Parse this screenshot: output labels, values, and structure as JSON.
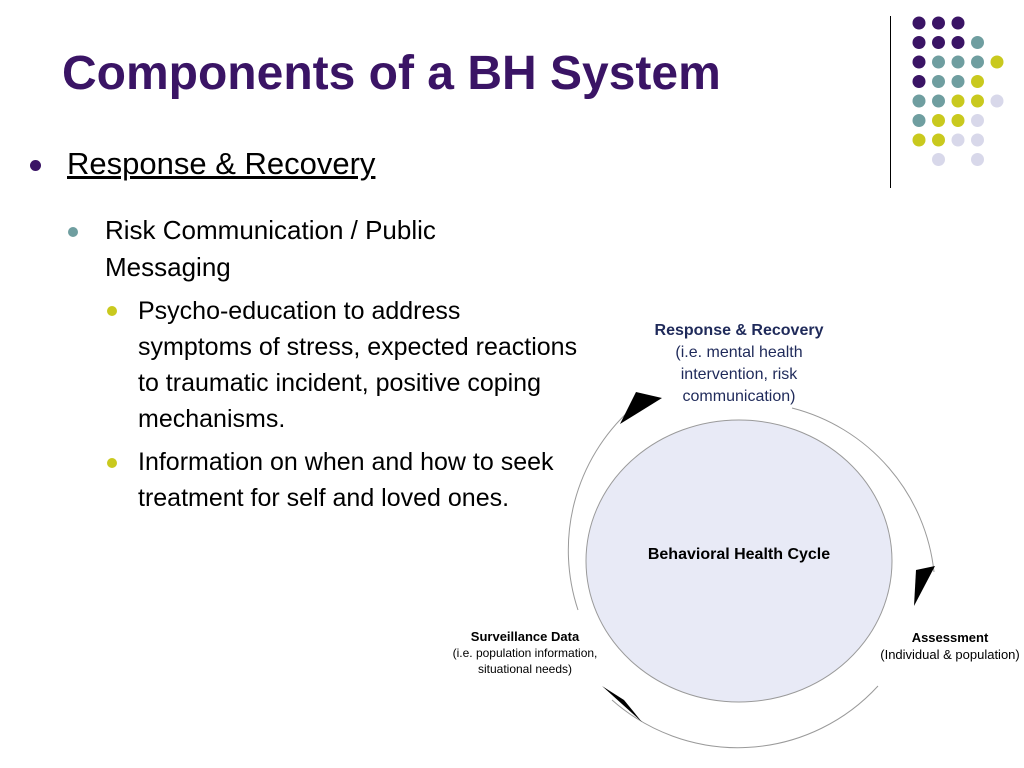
{
  "slide": {
    "title": "Components of a BH System",
    "heading": "Response & Recovery",
    "subheading": "Risk Communication / Public Messaging",
    "points": [
      "Psycho-education to address symptoms of stress, expected reactions to traumatic incident, positive coping mechanisms.",
      "Information on when and how to seek treatment for self and loved ones."
    ]
  },
  "diagram": {
    "center_label": "Behavioral Health Cycle",
    "response": {
      "title": "Response & Recovery",
      "line1": "(i.e. mental health",
      "line2": "intervention, risk",
      "line3": "communication)"
    },
    "assessment": {
      "title": "Assessment",
      "detail": "(Individual & population)"
    },
    "surveillance": {
      "title": "Surveillance Data",
      "line1": "(i.e. population information,",
      "line2": "situational needs)"
    }
  },
  "colors": {
    "title": "#3a1465",
    "purple": "#3a1465",
    "teal": "#6f9ea0",
    "lime": "#c9c91e",
    "lavender": "#d8d8ea",
    "circle_fill": "#e8eaf6",
    "response_caption": "#1f2a5a"
  },
  "decoration": {
    "dot_grid_rows": [
      [
        "purple",
        "purple",
        "purple",
        "",
        ""
      ],
      [
        "purple",
        "purple",
        "purple",
        "teal",
        ""
      ],
      [
        "purple",
        "teal",
        "teal",
        "teal",
        "lime"
      ],
      [
        "purple",
        "teal",
        "teal",
        "lime",
        ""
      ],
      [
        "teal",
        "teal",
        "lime",
        "lime",
        "lavender"
      ],
      [
        "teal",
        "lime",
        "lime",
        "lavender",
        ""
      ],
      [
        "lime",
        "lime",
        "lavender",
        "lavender",
        ""
      ],
      [
        "",
        "lavender",
        "",
        "lavender",
        ""
      ]
    ]
  }
}
